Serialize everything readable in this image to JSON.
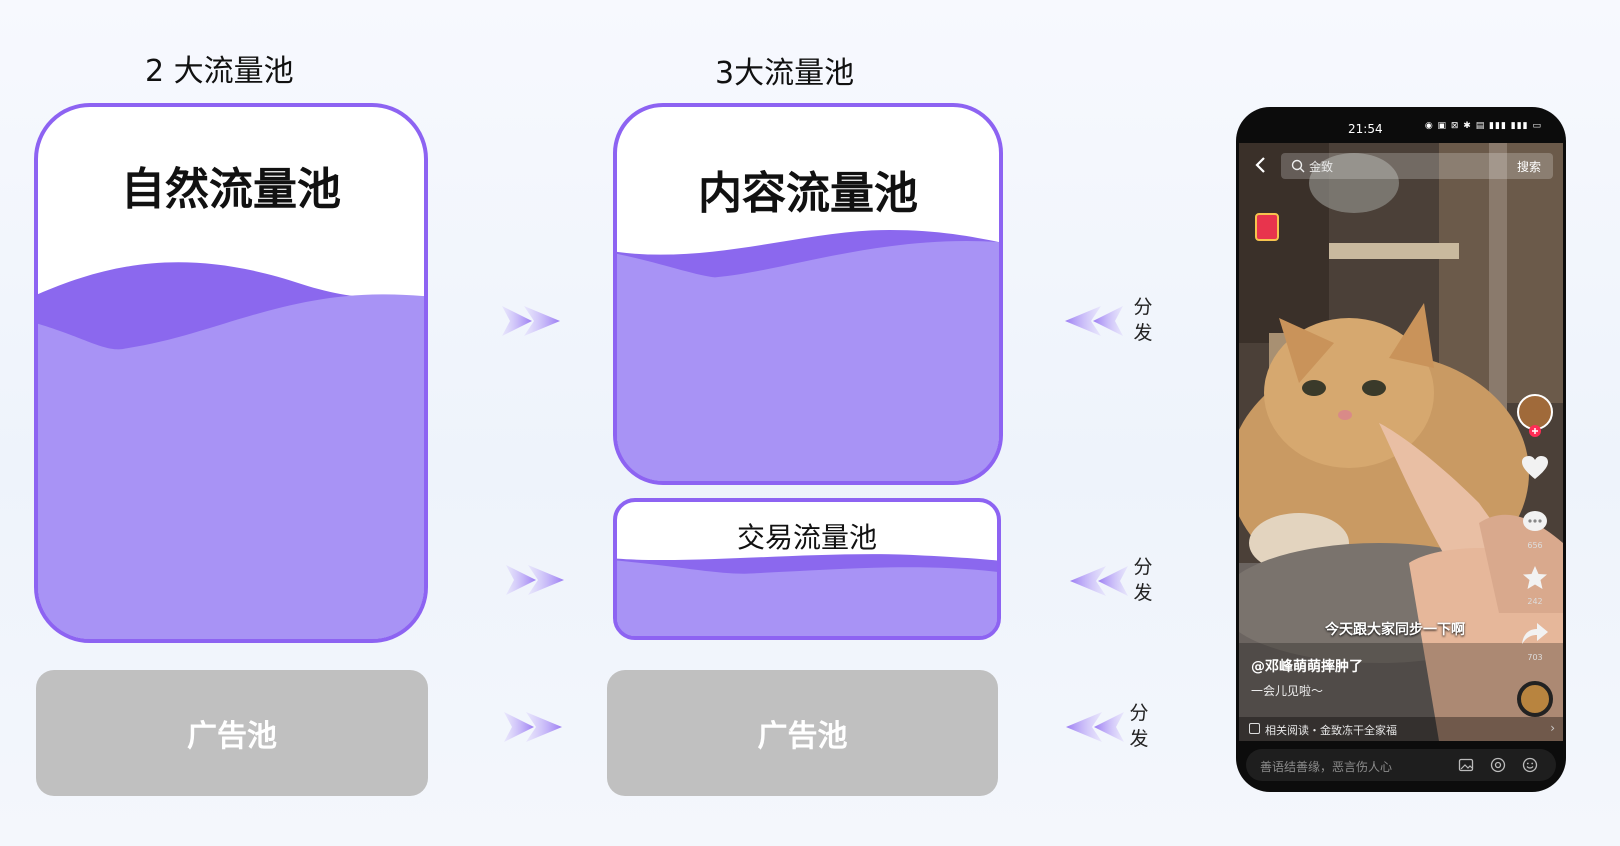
{
  "left_column": {
    "title": "2 大流量池",
    "natural_pool": "自然流量池",
    "ad_pool": "广告池"
  },
  "middle_column": {
    "title": "3大流量池",
    "content_pool": "内容流量池",
    "trade_pool": "交易流量池",
    "ad_pool": "广告池"
  },
  "distribute": {
    "row1": [
      "分",
      "发"
    ],
    "row2": [
      "分",
      "发"
    ],
    "row3": [
      "分",
      "发"
    ]
  },
  "colors": {
    "purple_border": "#8d63f2",
    "purple_fill": "#a893f5",
    "purple_wave": "#8b68ee",
    "ad_gray": "#c0c0c0"
  },
  "phone": {
    "status_time": "21:54",
    "search_placeholder": "金致",
    "search_button": "搜索",
    "caption": "今天跟大家同步一下啊",
    "author": "@邓峰萌萌摔肿了",
    "description": "一会儿见啦～",
    "side_counts": {
      "comments": "656",
      "favorites": "242",
      "shares": "703"
    },
    "related": "相关阅读・金致冻干全家福",
    "comment_placeholder": "善语结善缘，恶言伤人心"
  }
}
